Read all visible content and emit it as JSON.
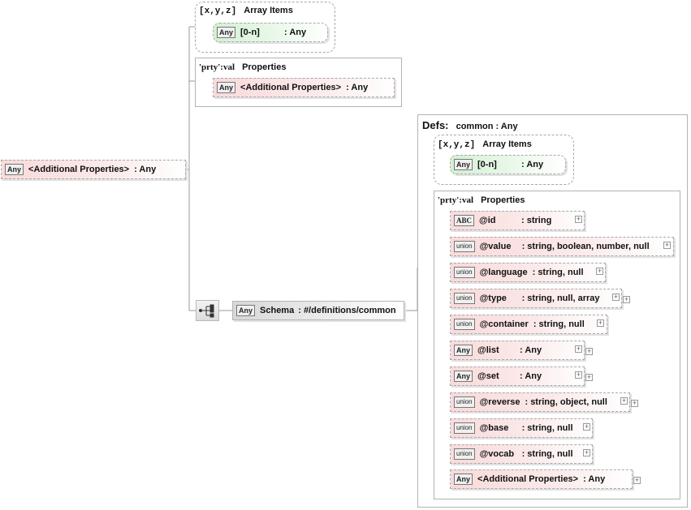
{
  "root": {
    "badge": "Any",
    "name": "<Additional Properties>",
    "type": ": Any"
  },
  "array_items_top": {
    "label": "[x,y,z]",
    "title": "Array Items",
    "item": {
      "badge": "Any",
      "name": "[0-n]",
      "type": ": Any"
    }
  },
  "properties_top": {
    "label": "'prty':val",
    "title": "Properties",
    "item": {
      "badge": "Any",
      "name": "<Additional Properties>",
      "type": ": Any"
    }
  },
  "schema": {
    "badge": "Any",
    "name": "Schema",
    "type": ": #/definitions/common"
  },
  "defs": {
    "label": "Defs:",
    "title": "common : Any",
    "array_items": {
      "label": "[x,y,z]",
      "title": "Array Items",
      "item": {
        "badge": "Any",
        "name": "[0-n]",
        "type": ": Any"
      }
    },
    "properties": {
      "label": "'prty':val",
      "title": "Properties",
      "items": [
        {
          "badge": "ABC",
          "name": "@id",
          "type": ": string"
        },
        {
          "badge": "union",
          "name": "@value",
          "type": ": string, boolean, number, null"
        },
        {
          "badge": "union",
          "name": "@language",
          "type": ": string, null"
        },
        {
          "badge": "union",
          "name": "@type",
          "type": ": string, null, array"
        },
        {
          "badge": "union",
          "name": "@container",
          "type": ": string, null"
        },
        {
          "badge": "Any",
          "name": "@list",
          "type": ": Any"
        },
        {
          "badge": "Any",
          "name": "@set",
          "type": ": Any"
        },
        {
          "badge": "union",
          "name": "@reverse",
          "type": ": string, object, null"
        },
        {
          "badge": "union",
          "name": "@base",
          "type": ": string, null"
        },
        {
          "badge": "union",
          "name": "@vocab",
          "type": ": string, null"
        },
        {
          "badge": "Any",
          "name": "<Additional Properties>",
          "type": ": Any"
        }
      ]
    }
  },
  "colors": {
    "pink": "#f9dada",
    "green": "#d3f1d3",
    "border": "#a9a9a9"
  }
}
